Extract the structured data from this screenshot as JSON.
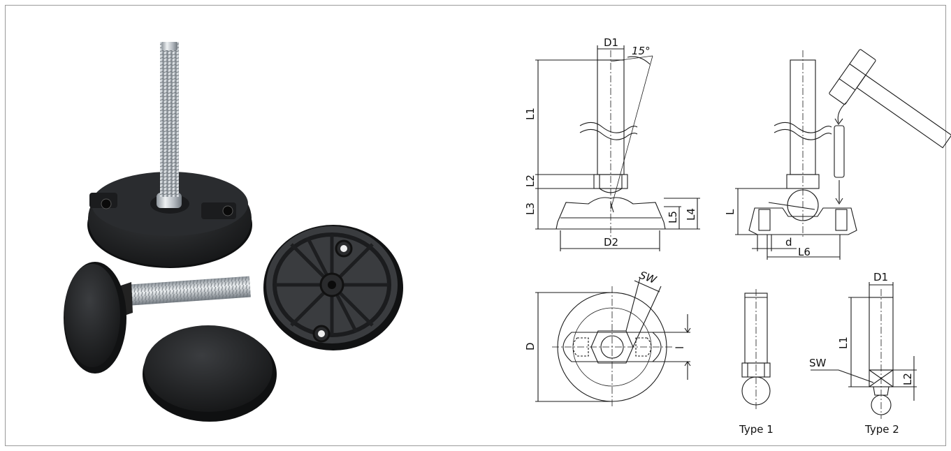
{
  "labels": {
    "d1_top": "D1",
    "angle": "15°",
    "l1_left": "L1",
    "l2_left": "L2",
    "l3": "L3",
    "l4": "L4",
    "l5": "L5",
    "d2": "D2",
    "l_side": "L",
    "d_small": "d",
    "l6": "L6",
    "sw_top": "SW",
    "d_big": "D",
    "l_small": "l",
    "type1": "Type 1",
    "type2": "Type 2",
    "d1_type2": "D1",
    "l1_type2": "L1",
    "l2_type2": "L2",
    "sw_type2": "SW"
  },
  "colors": {
    "line": "#1a1a1a",
    "part_dark": "#1e1e1e",
    "steel": "#c9ced3"
  }
}
